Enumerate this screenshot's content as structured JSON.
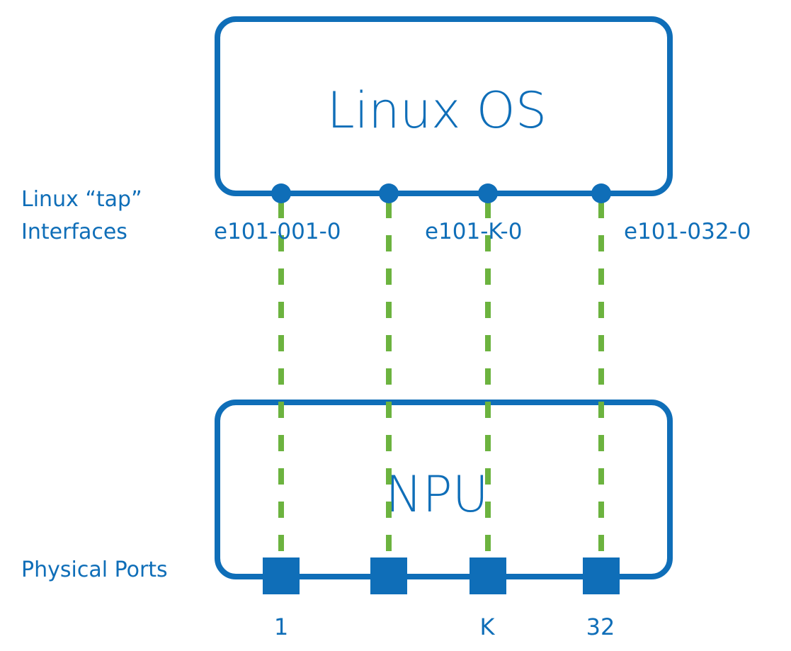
{
  "colors": {
    "primary": "#0F6EB8",
    "link": "#6CB33F",
    "background": "#FFFFFF"
  },
  "os_box": {
    "label": "Linux OS"
  },
  "npu_box": {
    "label": "NPU"
  },
  "side_labels": {
    "tap_line1": "Linux “tap”",
    "tap_line2": "Interfaces",
    "physical": "Physical Ports"
  },
  "connections": [
    {
      "interface": "e101-001-0",
      "port": "1"
    },
    {
      "interface": "",
      "port": ""
    },
    {
      "interface": "e101-K-0",
      "port": "K"
    },
    {
      "interface": "e101-032-0",
      "port": "32"
    }
  ]
}
